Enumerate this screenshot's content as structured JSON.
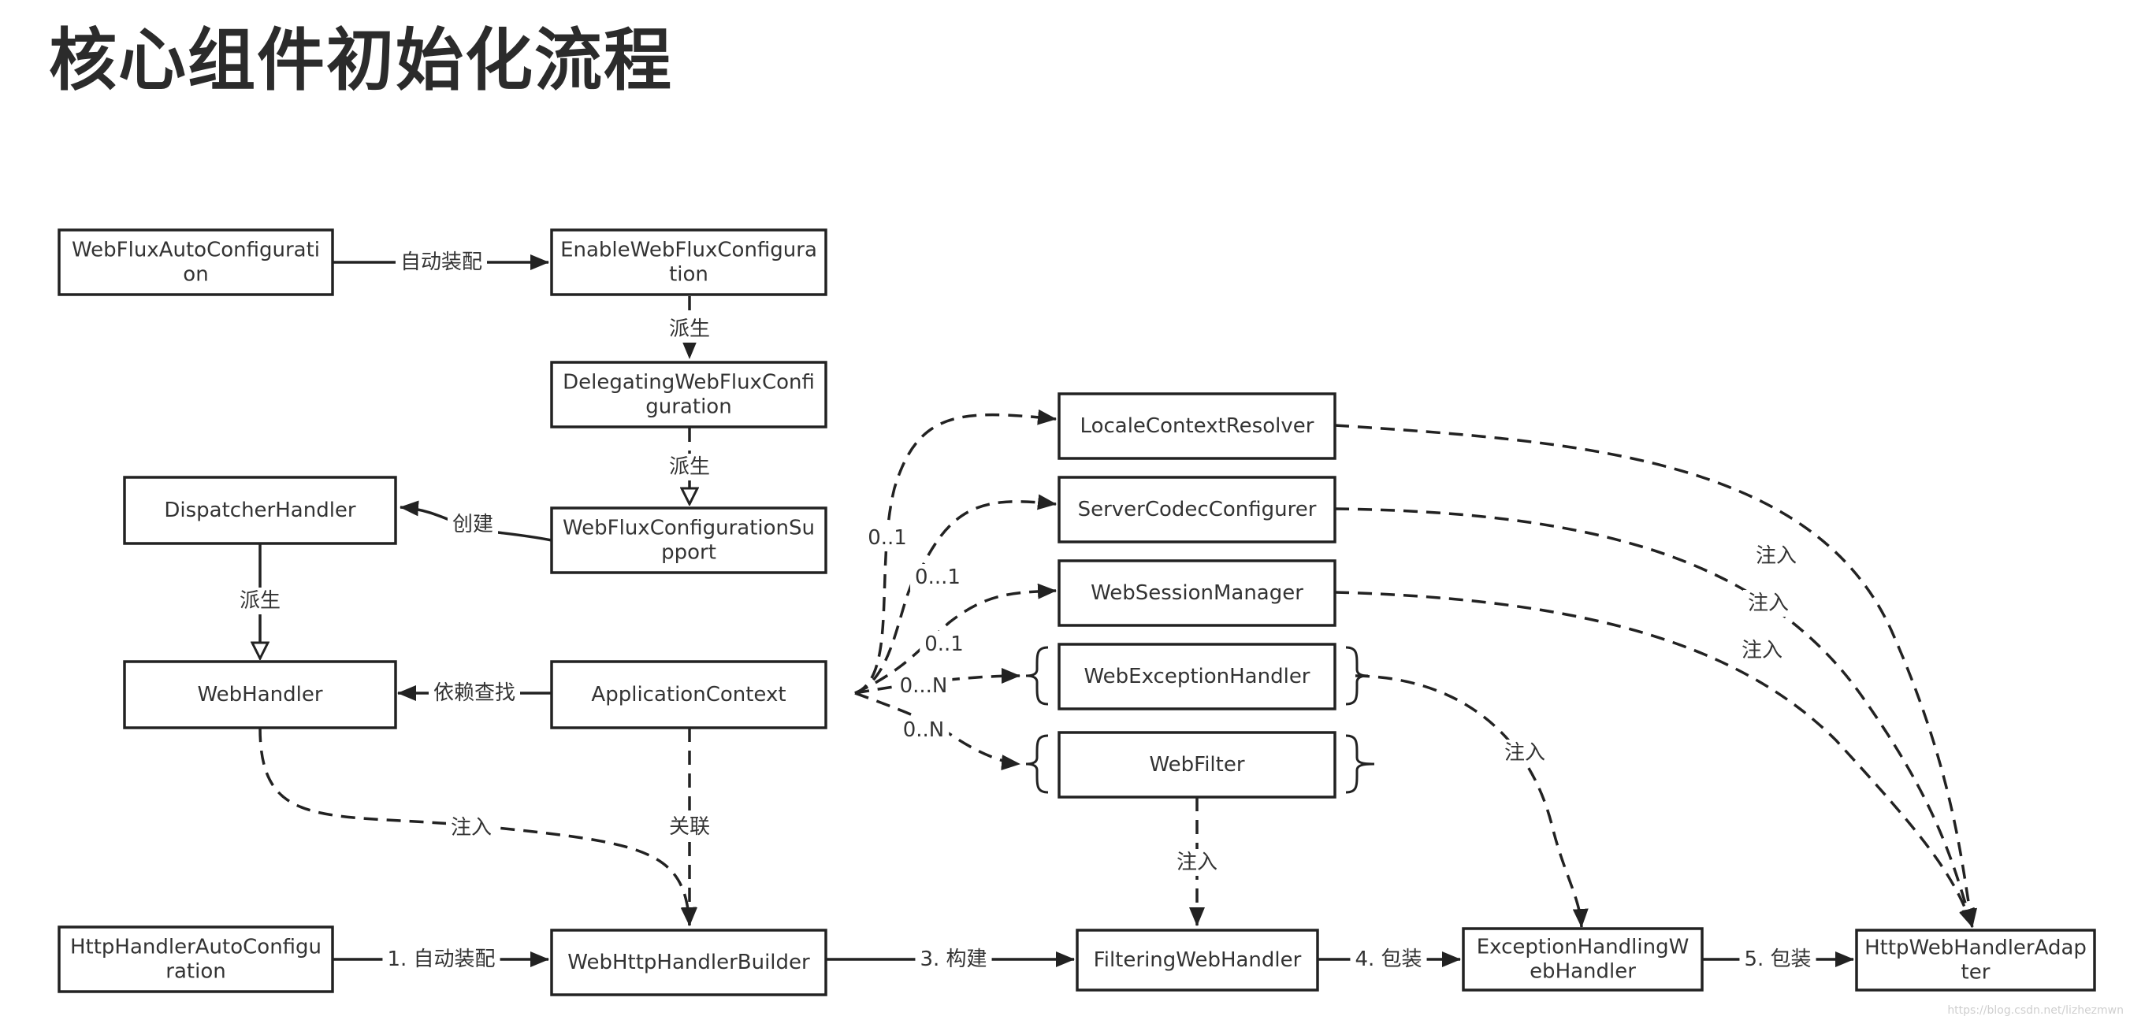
{
  "title": "核心组件初始化流程",
  "watermark": "https://blog.csdn.net/lizhezmwn",
  "nodes": [
    {
      "id": "webflux_auto",
      "lines": [
        "WebFluxAutoConfigurati",
        "on"
      ]
    },
    {
      "id": "enable_webflux",
      "lines": [
        "EnableWebFluxConfigura",
        "tion"
      ]
    },
    {
      "id": "delegating",
      "lines": [
        "DelegatingWebFluxConfi",
        "guration"
      ]
    },
    {
      "id": "support",
      "lines": [
        "WebFluxConfigurationSu",
        "pport"
      ]
    },
    {
      "id": "dispatcher",
      "lines": [
        "DispatcherHandler"
      ]
    },
    {
      "id": "webhandler",
      "lines": [
        "WebHandler"
      ]
    },
    {
      "id": "appctx",
      "lines": [
        "ApplicationContext"
      ]
    },
    {
      "id": "locale",
      "lines": [
        "LocaleContextResolver"
      ]
    },
    {
      "id": "codec",
      "lines": [
        "ServerCodecConfigurer"
      ]
    },
    {
      "id": "session",
      "lines": [
        "WebSessionManager"
      ]
    },
    {
      "id": "exhandler",
      "lines": [
        "WebExceptionHandler"
      ]
    },
    {
      "id": "webfilter",
      "lines": [
        "WebFilter"
      ]
    },
    {
      "id": "http_auto",
      "lines": [
        "HttpHandlerAutoConfigu",
        "ration"
      ]
    },
    {
      "id": "builder",
      "lines": [
        "WebHttpHandlerBuilder"
      ]
    },
    {
      "id": "filtering",
      "lines": [
        "FilteringWebHandler"
      ]
    },
    {
      "id": "exhandling",
      "lines": [
        "ExceptionHandlingW",
        "ebHandler"
      ]
    },
    {
      "id": "adapter",
      "lines": [
        "HttpWebHandlerAdap",
        "ter"
      ]
    }
  ],
  "edges": [
    {
      "id": "e1",
      "label": "自动装配"
    },
    {
      "id": "e2",
      "label": "派生"
    },
    {
      "id": "e3",
      "label": "派生"
    },
    {
      "id": "e4",
      "label": "创建"
    },
    {
      "id": "e5",
      "label": "派生"
    },
    {
      "id": "e6",
      "label": "依赖查找"
    },
    {
      "id": "e7",
      "label": "0..1"
    },
    {
      "id": "e8",
      "label": "0...1"
    },
    {
      "id": "e9",
      "label": "0..1"
    },
    {
      "id": "e10",
      "label": "0...N"
    },
    {
      "id": "e11",
      "label": "0..N"
    },
    {
      "id": "e12",
      "label": "注入"
    },
    {
      "id": "e13",
      "label": "关联"
    },
    {
      "id": "e14",
      "label": "1. 自动装配"
    },
    {
      "id": "e15",
      "label": "3. 构建"
    },
    {
      "id": "e16",
      "label": "4. 包装"
    },
    {
      "id": "e17",
      "label": "5. 包装"
    },
    {
      "id": "e18",
      "label": "注入"
    },
    {
      "id": "e19",
      "label": "注入"
    },
    {
      "id": "e20",
      "label": "注入"
    },
    {
      "id": "e21",
      "label": "注入"
    },
    {
      "id": "e22",
      "label": "注入"
    }
  ]
}
